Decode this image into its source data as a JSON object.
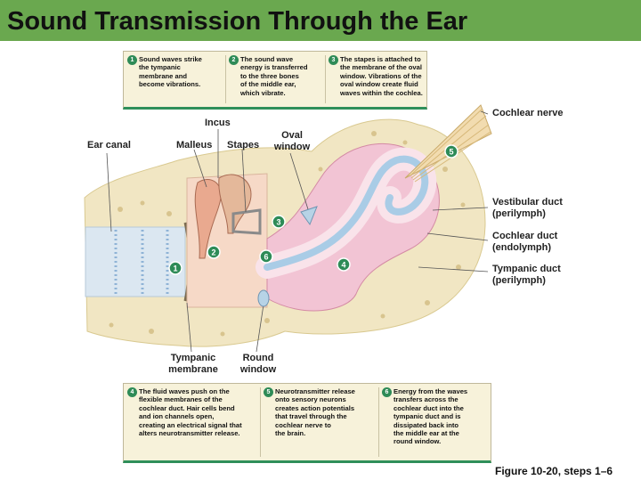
{
  "title": "Sound Transmission Through the Ear",
  "steps_top": [
    {
      "num": "1",
      "lines": [
        "Sound waves strike",
        "the tympanic",
        "membrane and",
        "become vibrations."
      ]
    },
    {
      "num": "2",
      "lines": [
        "The sound wave",
        "energy is transferred",
        "to the three bones",
        "of the middle ear,",
        "which vibrate."
      ]
    },
    {
      "num": "3",
      "lines": [
        "The stapes is attached to",
        "the membrane of the oval",
        "window. Vibrations of the",
        "oval window create fluid",
        "waves within the cochlea."
      ]
    }
  ],
  "steps_bottom": [
    {
      "num": "4",
      "lines": [
        "The fluid waves push on the",
        "flexible membranes of the",
        "cochlear duct. Hair cells bend",
        "and ion channels open,",
        "creating an electrical signal that",
        "alters neurotransmitter release."
      ]
    },
    {
      "num": "5",
      "lines": [
        "Neurotransmitter release",
        "onto sensory neurons",
        "creates action potentials",
        "that travel through the",
        "cochlear nerve to",
        "the brain."
      ]
    },
    {
      "num": "6",
      "lines": [
        "Energy from the waves",
        "transfers across the",
        "cochlear duct into the",
        "tympanic duct and is",
        "dissipated back into",
        "the middle ear at the",
        "round window."
      ]
    }
  ],
  "labels": {
    "incus": "Incus",
    "malleus": "Malleus",
    "stapes": "Stapes",
    "oval_window": [
      "Oval",
      "window"
    ],
    "ear_canal": "Ear canal",
    "cochlear_nerve": "Cochlear nerve",
    "vestibular_duct": [
      "Vestibular duct",
      "(perilymph)"
    ],
    "cochlear_duct": [
      "Cochlear duct",
      "(endolymph)"
    ],
    "tympanic_duct": [
      "Tympanic duct",
      "(perilymph)"
    ],
    "tympanic_membrane": [
      "Tympanic",
      "membrane"
    ],
    "round_window": [
      "Round",
      "window"
    ]
  },
  "markers": [
    "1",
    "2",
    "3",
    "4",
    "5",
    "6"
  ],
  "caption": "Figure 10-20, steps 1–6",
  "colors": {
    "title_bar": "#6aa84f",
    "step_box": "#f7f2da",
    "marker": "#2e8b57",
    "bone": "#f1e6c3",
    "cochlea": "#f2c4d4",
    "duct": "#a9cce6",
    "ossicle": "#e9a98f"
  }
}
